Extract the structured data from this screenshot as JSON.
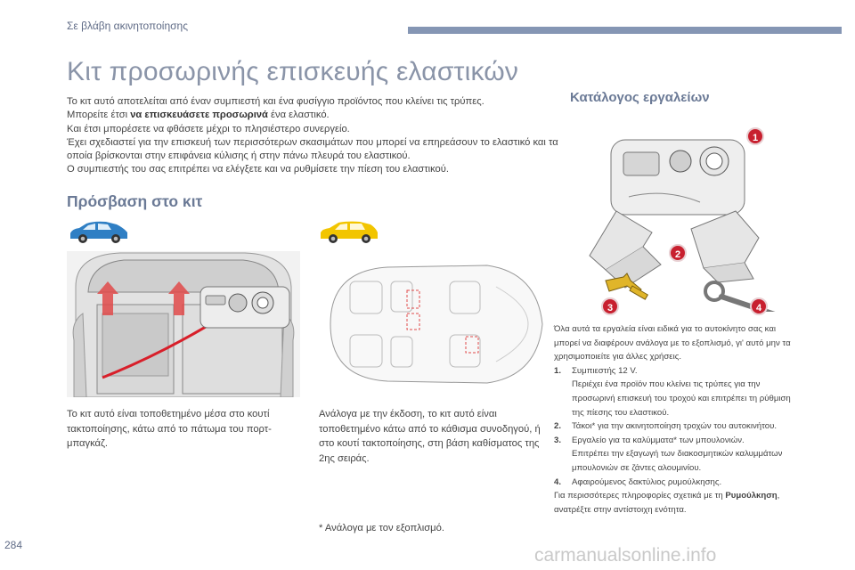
{
  "header": {
    "section": "Σε βλάβη ακινητοποίησης",
    "page_number": "284"
  },
  "title": "Κιτ προσωρινής επισκευής ελαστικών",
  "intro": {
    "line1": "Το κιτ αυτό αποτελείται από έναν συμπιεστή και ένα φυσίγγιο προϊόντος που κλείνει τις τρύπες.",
    "line2_pre": "Μπορείτε έτσι ",
    "line2_bold": "να επισκευάσετε προσωρινά",
    "line2_post": " ένα ελαστικό.",
    "line3": "Και έτσι μπορέσετε να φθάσετε μέχρι το πλησιέστερο συνεργείο.",
    "line4": "Έχει σχεδιαστεί για την επισκευή των περισσότερων σκασιμάτων που μπορεί να επηρεάσουν το ελαστικό και τα οποία βρίσκονται στην επιφάνεια κύλισης ή στην πάνω πλευρά του ελαστικού.",
    "line5": "Ο συμπιεστής του σας επιτρέπει να ελέγξετε και να ρυθμίσετε την πίεση του ελαστικού."
  },
  "access": {
    "title": "Πρόσβαση στο κιτ",
    "caption_left": "Το κιτ αυτό είναι τοποθετημένο μέσα στο κουτί τακτοποίησης, κάτω από το πάτωμα του πορτ-μπαγκάζ.",
    "caption_right": "Ανάλογα με την έκδοση, το κιτ αυτό είναι τοποθετημένο κάτω από το κάθισμα συνοδηγού, ή στο κουτί τακτοποίησης, στη βάση καθίσματος της 2ης σειράς.",
    "footnote": "* Ανάλογα με τον εξοπλισμό.",
    "car_blue_color": "#2f7fc4",
    "car_yellow_color": "#f2c500"
  },
  "tools": {
    "title": "Κατάλογος εργαλείων",
    "badges": [
      "1",
      "2",
      "3",
      "4"
    ],
    "badge_color": "#c8202f",
    "intro": "Όλα αυτά τα εργαλεία είναι ειδικά για το αυτοκίνητο σας και μπορεί να διαφέρουν ανάλογα με το εξοπλισμό, γι' αυτό μην τα χρησιμοποιείτε για άλλες χρήσεις.",
    "items": [
      {
        "num": "1.",
        "line1": "Συμπιεστής 12 V.",
        "line2": "Περιέχει ένα προϊόν που κλείνει τις τρύπες για την προσωρινή επισκευή του τροχού και επιτρέπει τη ρύθμιση της πίεσης του ελαστικού."
      },
      {
        "num": "2.",
        "line1": "Τάκοι* για την ακινητοποίηση τροχών του αυτοκινήτου.",
        "line2": ""
      },
      {
        "num": "3.",
        "line1": "Εργαλείο για τα καλύμματα* των μπουλονιών.",
        "line2": "Επιτρέπει την εξαγωγή των διακοσμητικών καλυμμάτων μπουλονιών σε ζάντες αλουμινίου."
      },
      {
        "num": "4.",
        "line1": "Αφαιρούμενος δακτύλιος ρυμούλκησης.",
        "line2": ""
      }
    ],
    "footer_pre": "Για περισσότερες πληροφορίες σχετικά με τη ",
    "footer_bold": "Ρυμούλκηση",
    "footer_post": ", ανατρέξτε στην αντίστοιχη ενότητα."
  },
  "watermark": "carmanualsonline.info"
}
